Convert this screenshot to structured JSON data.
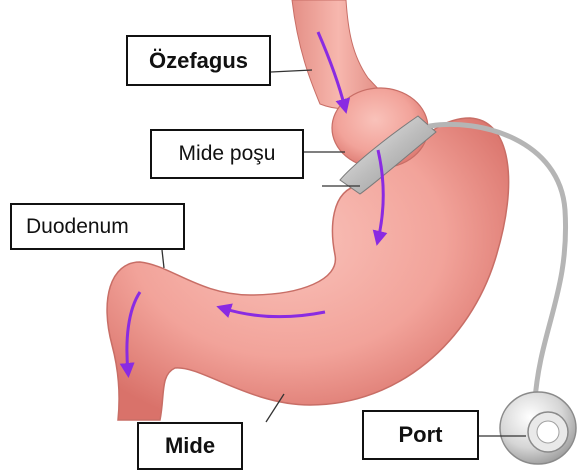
{
  "labels": {
    "ozefagus": "Özefagus",
    "mide_posu": "Mide poşu",
    "duodenum": "Duodenum",
    "mide": "Mide",
    "port": "Port"
  },
  "colors": {
    "stomach": "#f2a39a",
    "stomach_dark": "#d9726a",
    "band": "#c9c9c9",
    "arrow": "#8a2be2",
    "tube": "#b5b5b5"
  }
}
